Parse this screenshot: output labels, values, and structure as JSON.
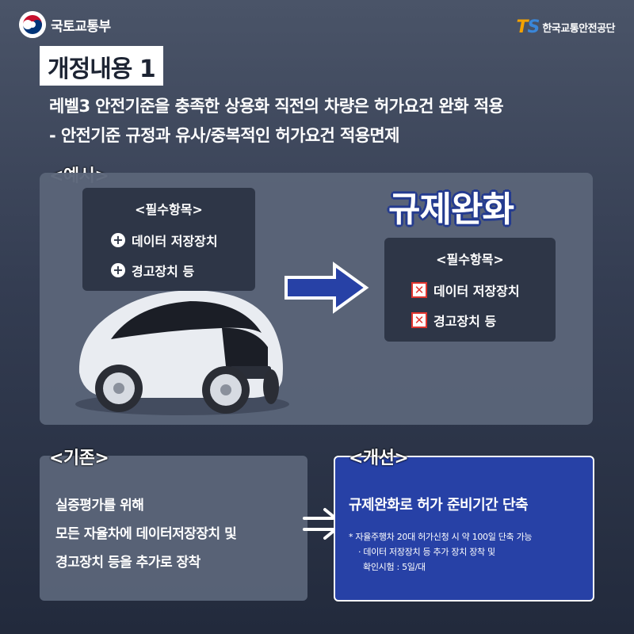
{
  "header": {
    "ministry_name": "국토교통부",
    "agency_logo_letters": "TS",
    "agency_name": "한국교통안전공단"
  },
  "title": "개정내용 1",
  "description": {
    "line1": "레벨3 안전기준을 충족한 상용화 직전의 차량은 허가요건 완화 적용",
    "line2": "- 안전기준 규정과 유사/중복적인 허가요건 적용면제"
  },
  "example": {
    "tag": "<예시>",
    "before_card": {
      "heading": "<필수항목>",
      "items": [
        "데이터 저장장치",
        "경고장치 등"
      ]
    },
    "relief_title": "규제완화",
    "after_card": {
      "heading": "<필수항목>",
      "items": [
        "데이터 저장장치",
        "경고장치 등"
      ]
    }
  },
  "before": {
    "tag": "<기존>",
    "lines": [
      "실증평가를 위해",
      "모든 자율차에 데이터저장장치 및",
      "경고장치 등을 추가로 장착"
    ]
  },
  "after": {
    "tag": "<개선>",
    "title": "규제완화로 허가 준비기간 단축",
    "note_line1": "* 자율주행차 20대 허가신청 시 약 100일 단축 가능",
    "note_line2": "· 데이터 저장장치 등 추가 장치 장착 및",
    "note_line3": "확인시험 : 5일/대"
  },
  "colors": {
    "background": "#343d52",
    "panel": "#5b6579",
    "card": "#2e3647",
    "accent_blue": "#2741a6",
    "x_red": "#e0342e",
    "ts_orange": "#f4a200"
  }
}
